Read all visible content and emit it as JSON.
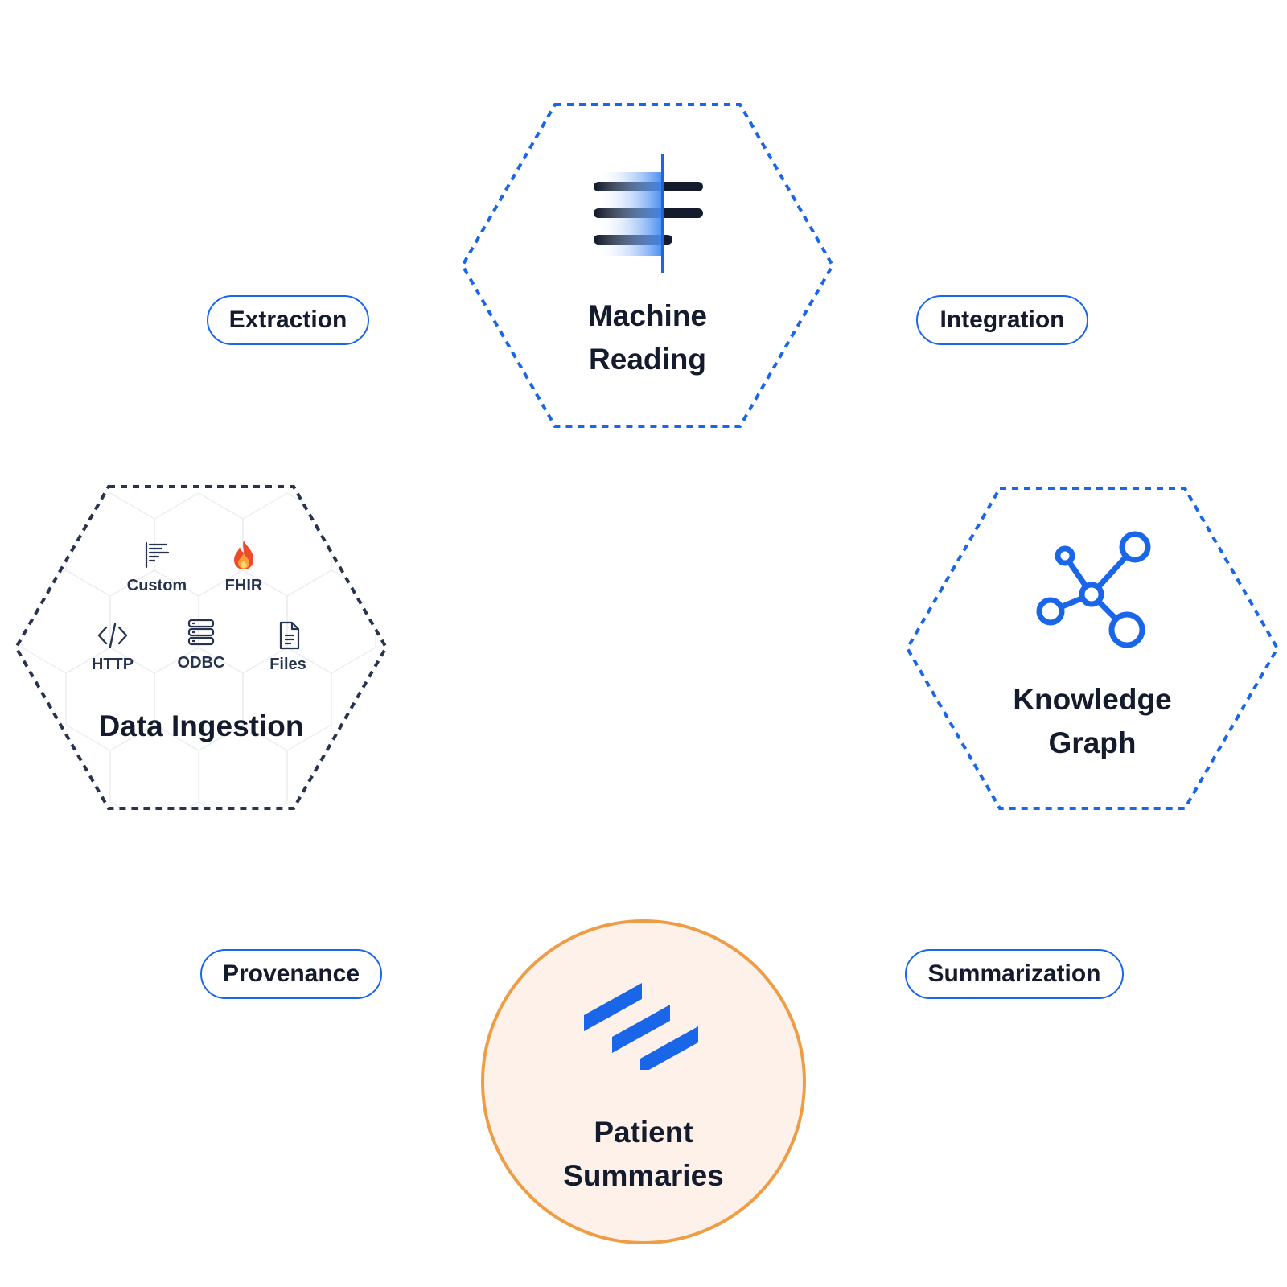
{
  "nodes": {
    "machine_reading": {
      "title_line1": "Machine",
      "title_line2": "Reading"
    },
    "knowledge_graph": {
      "title_line1": "Knowledge",
      "title_line2": "Graph"
    },
    "patient_summaries": {
      "title_line1": "Patient",
      "title_line2": "Summaries"
    },
    "data_ingestion": {
      "title": "Data Ingestion",
      "sources": [
        {
          "label": "Custom",
          "icon": "custom-format-icon"
        },
        {
          "label": "FHIR",
          "icon": "fhir-flame-icon"
        },
        {
          "label": "HTTP",
          "icon": "code-icon"
        },
        {
          "label": "ODBC",
          "icon": "database-icon"
        },
        {
          "label": "Files",
          "icon": "file-icon"
        }
      ]
    }
  },
  "edges": {
    "extraction": "Extraction",
    "integration": "Integration",
    "summarization": "Summarization",
    "provenance": "Provenance"
  },
  "colors": {
    "accent_blue": "#1a66e8",
    "dark_navy": "#141b2d",
    "ingestion_border": "#26344f",
    "summary_orange": "#ef9d45",
    "summary_fill": "#fdf1ea",
    "fhir_flame": "#ee4b2b"
  }
}
